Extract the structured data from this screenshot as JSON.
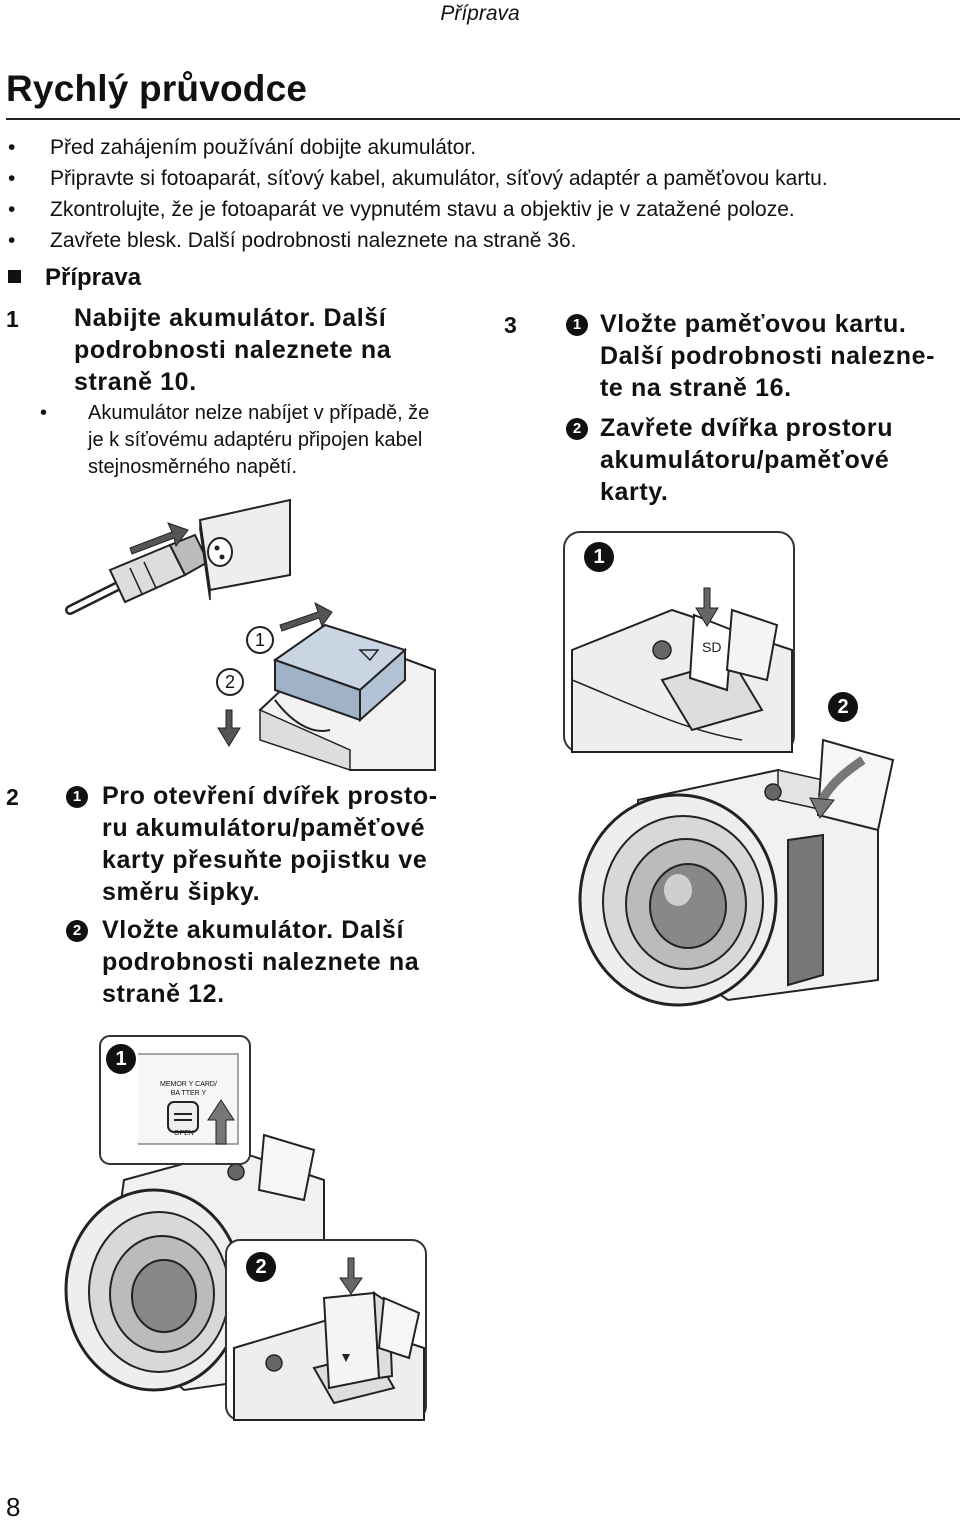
{
  "header": {
    "section": "Příprava"
  },
  "title": "Rychlý  průvodce",
  "intro": {
    "bullet": "•",
    "items": [
      "Před zahájením používání dobijte akumulátor.",
      " Připravte si fotoaparát, síťový kabel, akumulátor, síťový adaptér a paměťovou kartu.",
      "Zkontrolujte, že je fotoaparát ve vypnutém stavu a objektiv je v zatažené poloze.",
      "Zavřete blesk. Další podrobnosti naleznete na straně 36."
    ]
  },
  "section_heading": "Příprava",
  "steps": {
    "s1": {
      "num": "1",
      "text_l1": "Nabijte  akumulátor.  Další",
      "text_l2": "podrobnosti  naleznete  na",
      "text_l3": "straně  10.",
      "note_bullet": "•",
      "note_l1": "Akumulátor nelze nabíjet v případě, že",
      "note_l2": "je k síťovému adaptéru připojen kabel",
      "note_l3": "stejnosměrného napětí."
    },
    "s2": {
      "num": "2",
      "m1": "1",
      "a_l1": "Pro  otevření  dvířek  prosto-",
      "a_l2": "ru  akumulátoru/paměťové",
      "a_l3": "karty  přesuňte  pojistku  ve",
      "a_l4": "směru  šipky.",
      "m2": "2",
      "b_l1": "Vložte  akumulátor.  Další",
      "b_l2": "podrobnosti  naleznete  na",
      "b_l3": "straně  12."
    },
    "s3": {
      "num": "3",
      "m1": "1",
      "a_l1": "Vložte  paměťovou  kartu.",
      "a_l2": "Další  podrobnosti  nalezne-",
      "a_l3": "te  na  straně  16.",
      "m2": "2",
      "b_l1": "Zavřete  dvířka  prostoru",
      "b_l2": "akumulátoru/paměťové",
      "b_l3": "karty."
    }
  },
  "figures": {
    "charger_step1": "1",
    "charger_step2": "2",
    "card_marker1": "1",
    "card_marker2": "2",
    "battery_marker1": "1",
    "battery_marker2": "2",
    "latch_label_l1": "MEMOR Y CARD/",
    "latch_label_l2": "BA TTER Y",
    "latch_open": "OPEN"
  },
  "page_number": "8"
}
